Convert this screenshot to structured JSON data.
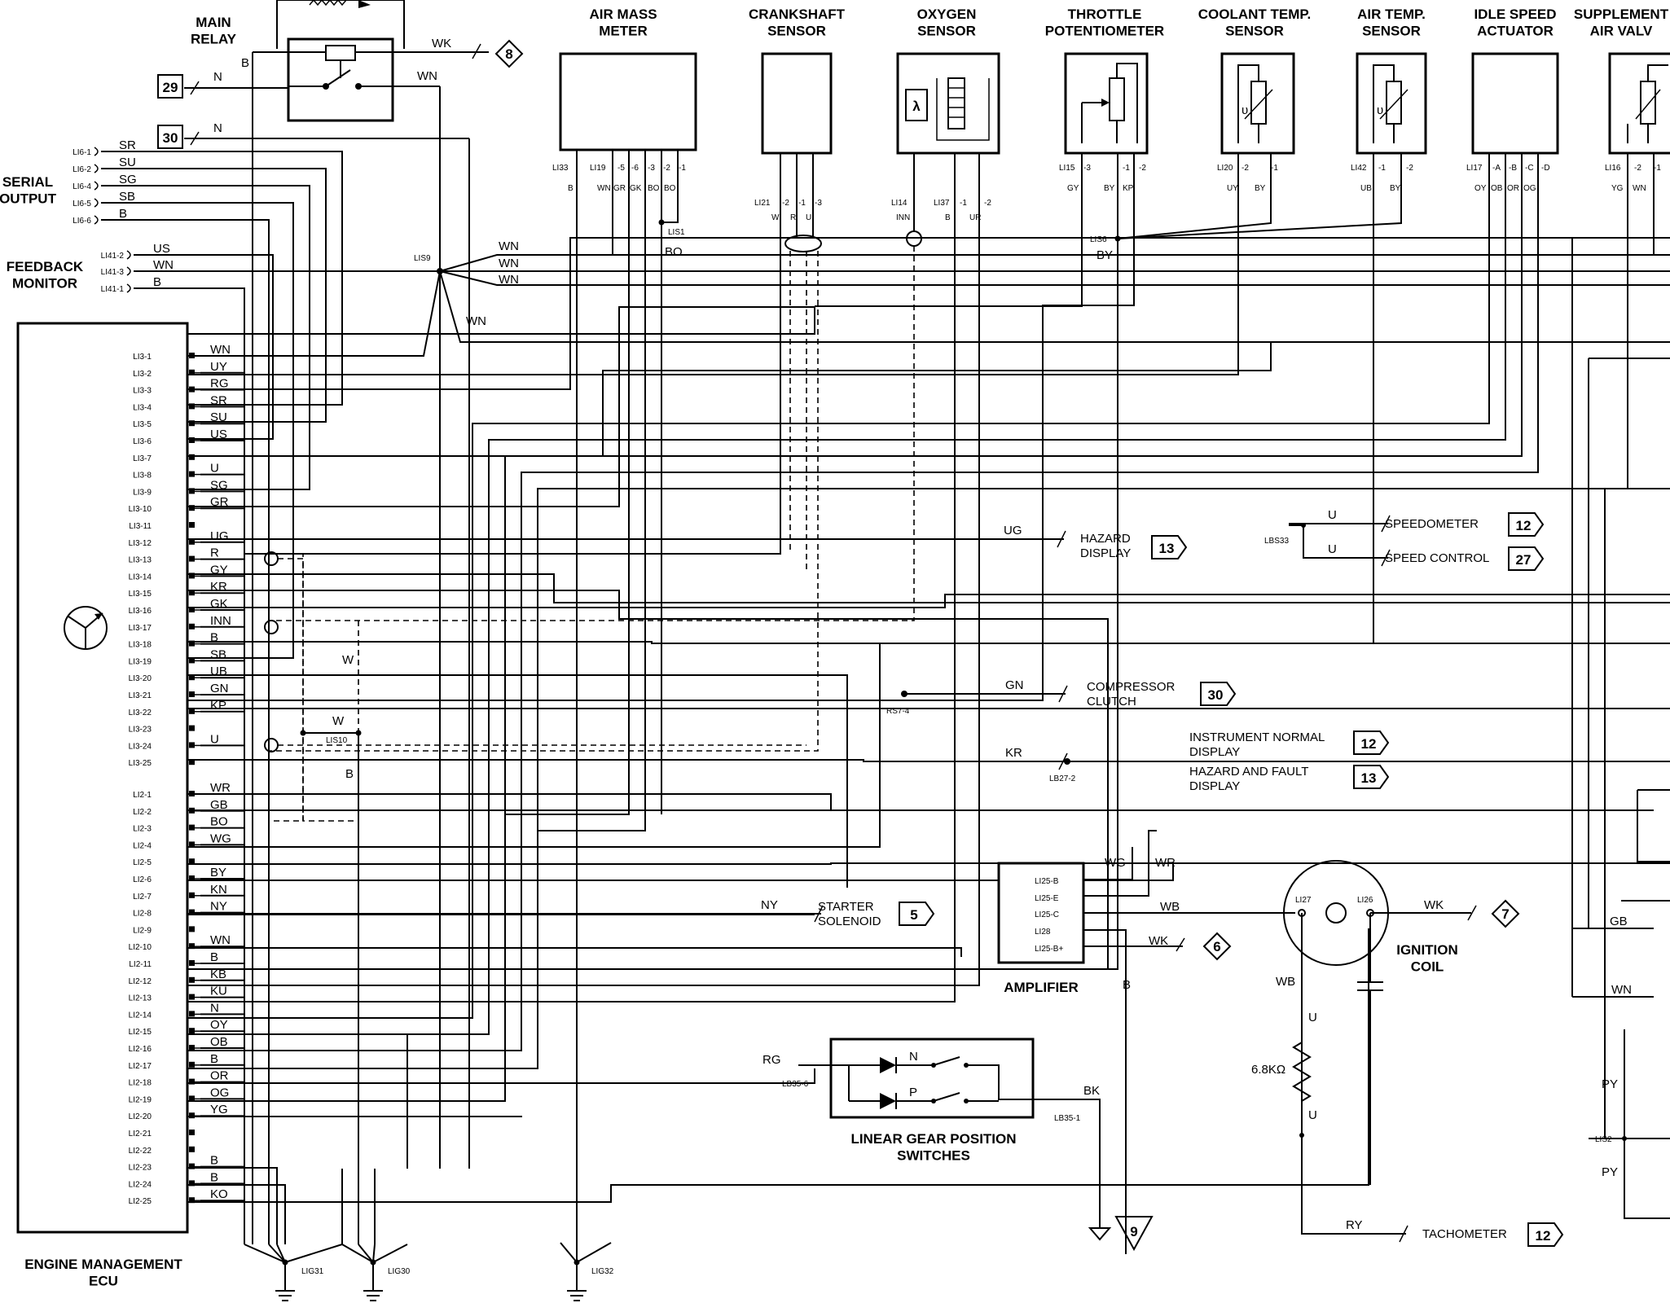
{
  "components": {
    "main_relay": "MAIN\nRELAY",
    "air_mass_meter": "AIR MASS\nMETER",
    "crankshaft_sensor": "CRANKSHAFT\nSENSOR",
    "oxygen_sensor": "OXYGEN\nSENSOR",
    "throttle_potentiometer": "THROTTLE\nPOTENTIOMETER",
    "coolant_temp_sensor": "COOLANT TEMP.\nSENSOR",
    "air_temp_sensor": "AIR TEMP.\nSENSOR",
    "idle_speed_actuator": "IDLE SPEED\nACTUATOR",
    "supplementary_air_valve": "SUPPLEMENT\nAIR VALV",
    "serial_output": "SERIAL\nOUTPUT",
    "feedback_monitor": "FEEDBACK\nMONITOR",
    "ecu": "ENGINE MANAGEMENT\nECU",
    "amplifier": "AMPLIFIER",
    "ignition_coil": "IGNITION\nCOIL",
    "linear_gear": "LINEAR GEAR POSITION\nSWITCHES",
    "resistor": "6.8KΩ"
  },
  "ecu_pins": [
    {
      "pin": "LI3-1",
      "wire": "WN"
    },
    {
      "pin": "LI3-2",
      "wire": "UY"
    },
    {
      "pin": "LI3-3",
      "wire": "RG"
    },
    {
      "pin": "LI3-4",
      "wire": "SR"
    },
    {
      "pin": "LI3-5",
      "wire": "SU"
    },
    {
      "pin": "LI3-6",
      "wire": "US"
    },
    {
      "pin": "LI3-7",
      "wire": ""
    },
    {
      "pin": "LI3-8",
      "wire": "U"
    },
    {
      "pin": "LI3-9",
      "wire": "SG"
    },
    {
      "pin": "LI3-10",
      "wire": "GR"
    },
    {
      "pin": "LI3-11",
      "wire": ""
    },
    {
      "pin": "LI3-12",
      "wire": "UG"
    },
    {
      "pin": "LI3-13",
      "wire": "R"
    },
    {
      "pin": "LI3-14",
      "wire": "GY"
    },
    {
      "pin": "LI3-15",
      "wire": "KR"
    },
    {
      "pin": "LI3-16",
      "wire": "GK"
    },
    {
      "pin": "LI3-17",
      "wire": "INN"
    },
    {
      "pin": "LI3-18",
      "wire": "B"
    },
    {
      "pin": "LI3-19",
      "wire": "SB"
    },
    {
      "pin": "LI3-20",
      "wire": "UB"
    },
    {
      "pin": "LI3-21",
      "wire": "GN"
    },
    {
      "pin": "LI3-22",
      "wire": "KP"
    },
    {
      "pin": "LI3-23",
      "wire": ""
    },
    {
      "pin": "LI3-24",
      "wire": "U"
    },
    {
      "pin": "LI3-25",
      "wire": ""
    },
    {
      "pin": "LI2-1",
      "wire": "WR"
    },
    {
      "pin": "LI2-2",
      "wire": "GB"
    },
    {
      "pin": "LI2-3",
      "wire": "BO"
    },
    {
      "pin": "LI2-4",
      "wire": "WG"
    },
    {
      "pin": "LI2-5",
      "wire": ""
    },
    {
      "pin": "LI2-6",
      "wire": "BY"
    },
    {
      "pin": "LI2-7",
      "wire": "KN"
    },
    {
      "pin": "LI2-8",
      "wire": "NY"
    },
    {
      "pin": "LI2-9",
      "wire": ""
    },
    {
      "pin": "LI2-10",
      "wire": "WN"
    },
    {
      "pin": "LI2-11",
      "wire": "B"
    },
    {
      "pin": "LI2-12",
      "wire": "KB"
    },
    {
      "pin": "LI2-13",
      "wire": "KU"
    },
    {
      "pin": "LI2-14",
      "wire": "N"
    },
    {
      "pin": "LI2-15",
      "wire": "OY"
    },
    {
      "pin": "LI2-16",
      "wire": "OB"
    },
    {
      "pin": "LI2-17",
      "wire": "B"
    },
    {
      "pin": "LI2-18",
      "wire": "OR"
    },
    {
      "pin": "LI2-19",
      "wire": "OG"
    },
    {
      "pin": "LI2-20",
      "wire": "YG"
    },
    {
      "pin": "LI2-21",
      "wire": ""
    },
    {
      "pin": "LI2-22",
      "wire": ""
    },
    {
      "pin": "LI2-23",
      "wire": "B"
    },
    {
      "pin": "LI2-24",
      "wire": "B"
    },
    {
      "pin": "LI2-25",
      "wire": "KO"
    }
  ],
  "serial_pins": [
    {
      "pin": "LI6-1",
      "wire": "SR"
    },
    {
      "pin": "LI6-2",
      "wire": "SU"
    },
    {
      "pin": "LI6-4",
      "wire": "SG"
    },
    {
      "pin": "LI6-5",
      "wire": "SB"
    },
    {
      "pin": "LI6-6",
      "wire": "B"
    }
  ],
  "feedback_pins": [
    {
      "pin": "LI41-2",
      "wire": "US"
    },
    {
      "pin": "LI41-3",
      "wire": "WN"
    },
    {
      "pin": "LI41-1",
      "wire": "B"
    }
  ],
  "outputs": [
    {
      "wire": "UG",
      "label": "HAZARD\nDISPLAY",
      "ref": "13"
    },
    {
      "wire": "U",
      "label": "SPEEDOMETER",
      "ref": "12"
    },
    {
      "wire": "U",
      "label": "SPEED CONTROL",
      "ref": "27"
    },
    {
      "wire": "GN",
      "label": "COMPRESSOR\nCLUTCH",
      "ref": "30",
      "conn": "RS7-4"
    },
    {
      "wire": "KR",
      "label": "INSTRUMENT NORMAL\nDISPLAY",
      "ref": "12",
      "conn": "LB27-2"
    },
    {
      "wire": "",
      "label": "HAZARD AND FAULT\nDISPLAY",
      "ref": "13"
    },
    {
      "wire": "NY",
      "label": "STARTER\nSOLENOID",
      "ref": "5"
    },
    {
      "wire": "RY",
      "label": "TACHOMETER",
      "ref": "12"
    }
  ],
  "diamond_refs": [
    "8",
    "6",
    "7",
    "9"
  ],
  "box_refs": [
    "29",
    "30"
  ],
  "labels": {
    "relay_wk": "WK",
    "relay_wn": "WN",
    "relay_b": "B",
    "n1": "N",
    "n2": "N",
    "lis9": "LIS9",
    "wn_a": "WN",
    "wn_b": "WN",
    "wn_c": "WN",
    "wn_d": "WN",
    "lis1": "LIS1",
    "bo": "BO",
    "lis6": "LIS6",
    "by": "BY",
    "lbs33": "LBS33",
    "w1": "W",
    "w2": "W",
    "lis10": "LIS10",
    "b_mid": "B",
    "amp_wg": "WG",
    "amp_wr": "WR",
    "amp_wb": "WB",
    "amp_wk": "WK",
    "amp_b": "B",
    "coil_wk": "WK",
    "coil_wb": "WB",
    "coil_u1": "U",
    "coil_u2": "U",
    "gear_rg": "RG",
    "gear_bk": "BK",
    "gear_n": "N",
    "gear_p": "P",
    "lb35_6": "LB35-6",
    "lb35_1": "LB35-1",
    "li27": "LI27",
    "li26": "LI26",
    "lig31": "LIG31",
    "lig30": "LIG30",
    "lig32": "LIG32",
    "right_gb": "GB",
    "right_wn": "WN",
    "right_py1": "PY",
    "right_py2": "PY",
    "right_lis2": "LIS2",
    "amp_pins": [
      "LI25-B",
      "LI25-E",
      "LI25-C",
      "LI28",
      "LI25-B+"
    ]
  },
  "sensor_pins": {
    "air_mass": {
      "conn": "LI33",
      "conn2": "LI19",
      "pins": [
        "-5",
        "-6",
        "-3",
        "-2",
        "-1"
      ],
      "wires": [
        "B",
        "WN",
        "GR",
        "GK",
        "BO",
        "BO"
      ]
    },
    "crank": {
      "conn": "LI21",
      "pins": [
        "-2",
        "-1",
        "-3"
      ],
      "wires": [
        "W",
        "R",
        "U"
      ]
    },
    "oxygen": {
      "conn": "LI14",
      "conn2": "LI37",
      "pins": [
        "-1",
        "-2"
      ],
      "wires": [
        "INN",
        "B",
        "UR"
      ]
    },
    "throttle": {
      "conn": "LI15",
      "pins": [
        "-3",
        "-1",
        "-2"
      ],
      "wires": [
        "GY",
        "BY",
        "KP"
      ]
    },
    "coolant": {
      "conn": "LI20",
      "pins": [
        "-2",
        "-1"
      ],
      "wires": [
        "UY",
        "BY"
      ]
    },
    "airtemp": {
      "conn": "LI42",
      "pins": [
        "-1",
        "-2"
      ],
      "wires": [
        "UB",
        "BY"
      ]
    },
    "idle": {
      "conn": "LI17",
      "pins": [
        "-A",
        "-B",
        "-C",
        "-D"
      ],
      "wires": [
        "OY",
        "OB",
        "OR",
        "OG"
      ]
    },
    "supp": {
      "conn": "LI16",
      "pins": [
        "-2",
        "-1"
      ],
      "wires": [
        "YG",
        "WN"
      ]
    }
  }
}
